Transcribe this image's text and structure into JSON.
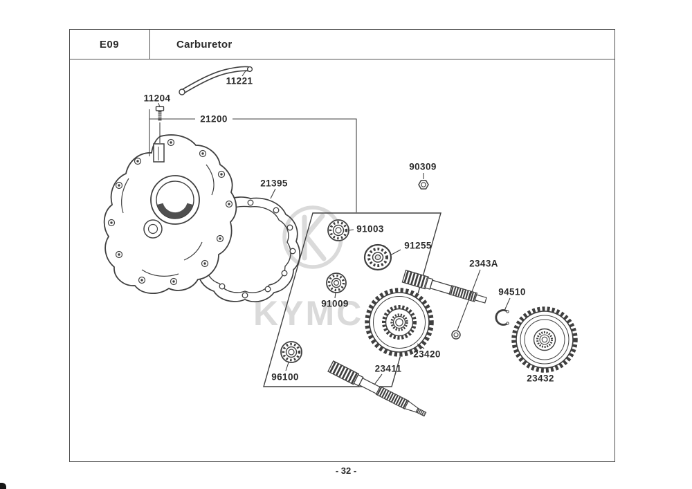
{
  "header": {
    "code": "E09",
    "title": "Carburetor"
  },
  "footer": {
    "page_number": "- 32 -"
  },
  "watermark": {
    "text": "KYMC"
  },
  "colors": {
    "line": "#3f3f3f",
    "frame": "#4d4d4d",
    "label_text": "#2b2b2b",
    "watermark": "#dadada",
    "background": "#ffffff"
  },
  "diagram": {
    "part_labels": [
      "11221",
      "11204",
      "21200",
      "21395",
      "90309",
      "91003",
      "91255",
      "2343A",
      "94510",
      "91009",
      "23420",
      "96100",
      "23411",
      "23432"
    ]
  }
}
